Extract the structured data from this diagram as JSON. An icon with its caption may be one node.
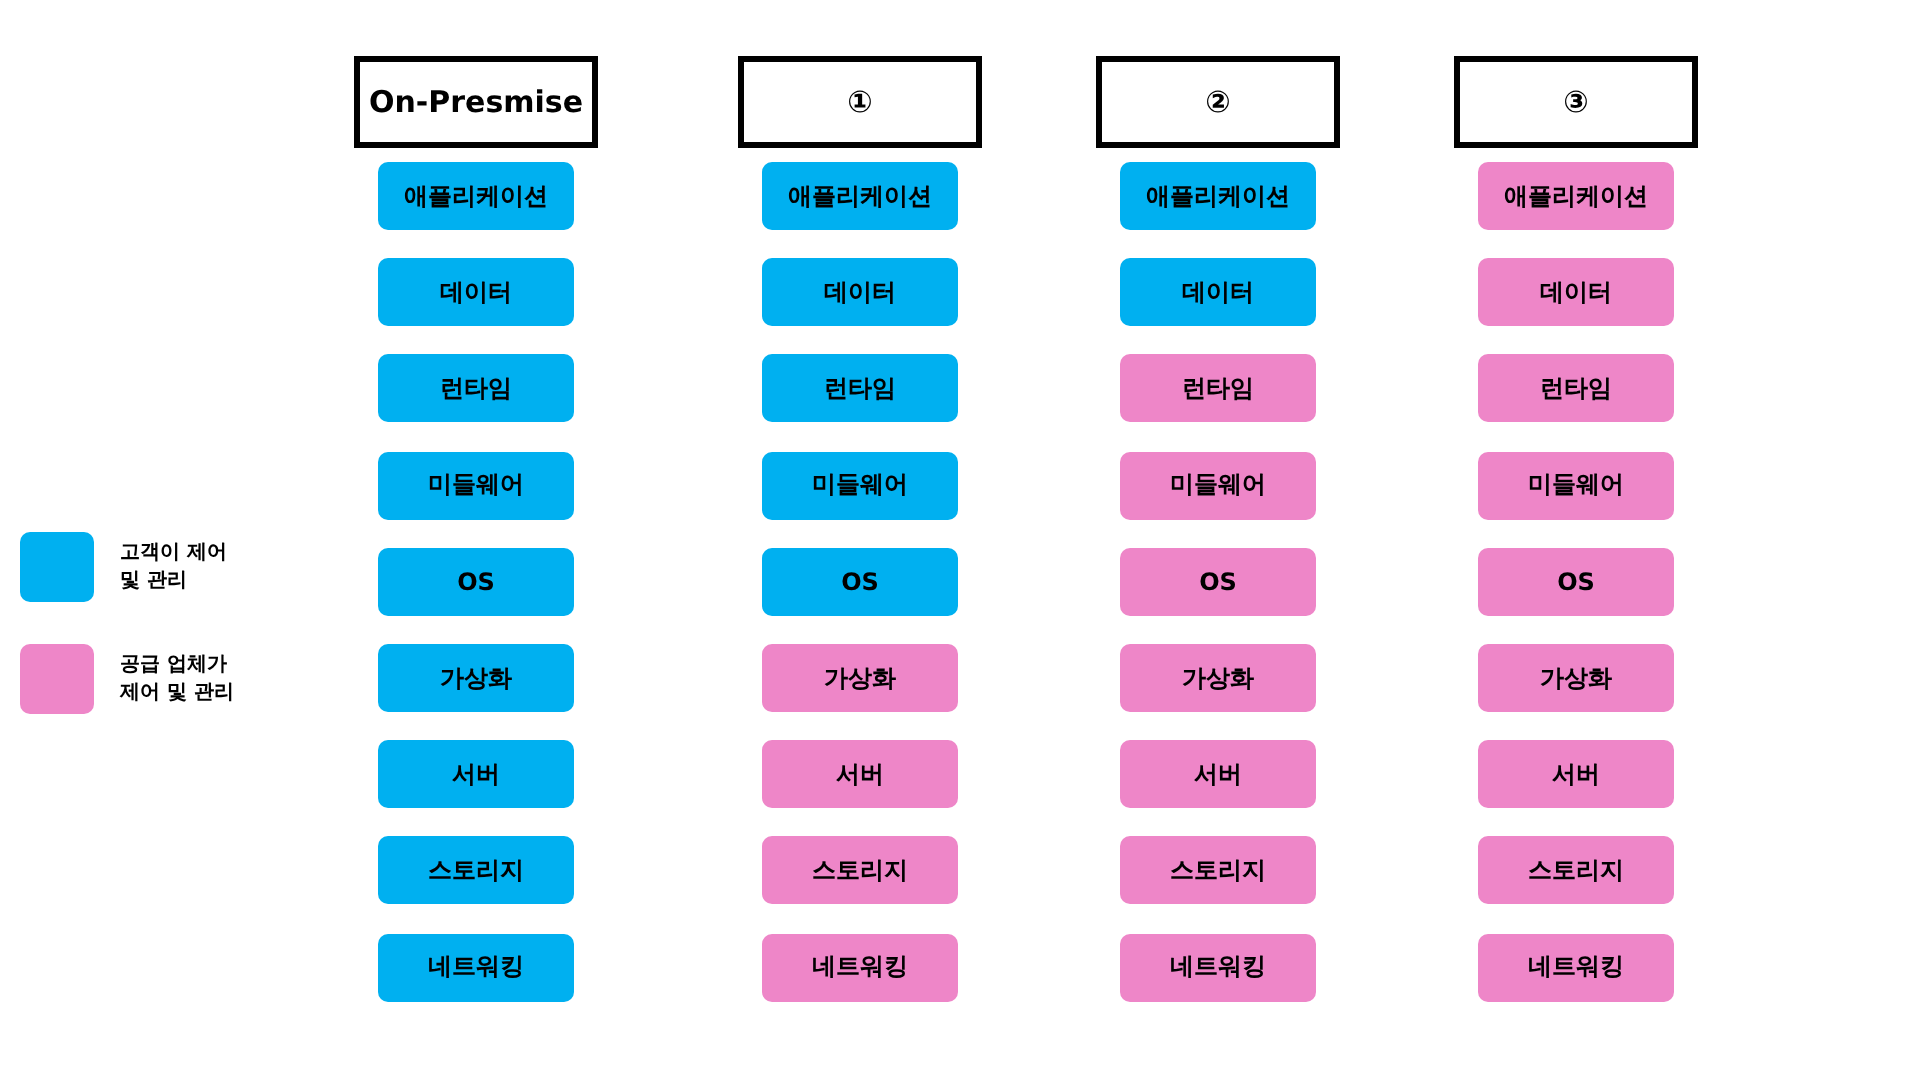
{
  "diagram": {
    "nodes": [
      {
        "text": [
          "On-Presmise"
        ]
      },
      {
        "text": [
          "①"
        ]
      },
      {
        "text": [
          "②"
        ]
      },
      {
        "text": [
          "③"
        ]
      },
      {
        "text": [
          "애플리케이션"
        ]
      },
      {
        "text": [
          "애플리케이션"
        ]
      },
      {
        "text": [
          "애플리케이션"
        ]
      },
      {
        "text": [
          "애플리케이션"
        ]
      },
      {
        "text": [
          "데이터"
        ]
      },
      {
        "text": [
          "데이터"
        ]
      },
      {
        "text": [
          "데이터"
        ]
      },
      {
        "text": [
          "데이터"
        ]
      },
      {
        "text": [
          "런타임"
        ]
      },
      {
        "text": [
          "런타임"
        ]
      },
      {
        "text": [
          "런타임"
        ]
      },
      {
        "text": [
          "런타임"
        ]
      },
      {
        "text": [
          "미들웨어"
        ]
      },
      {
        "text": [
          "미들웨어"
        ]
      },
      {
        "text": [
          "미들웨어"
        ]
      },
      {
        "text": [
          "미들웨어"
        ]
      },
      {
        "text": [
          "OS"
        ]
      },
      {
        "text": [
          "OS"
        ]
      },
      {
        "text": [
          "OS"
        ]
      },
      {
        "text": [
          "OS"
        ]
      },
      {
        "text": [
          "가상화"
        ]
      },
      {
        "text": [
          "가상화"
        ]
      },
      {
        "text": [
          "가상화"
        ]
      },
      {
        "text": [
          "가상화"
        ]
      },
      {
        "text": [
          "서버"
        ]
      },
      {
        "text": [
          "서버"
        ]
      },
      {
        "text": [
          "서버"
        ]
      },
      {
        "text": [
          "서버"
        ]
      },
      {
        "text": [
          "스토리지"
        ]
      },
      {
        "text": [
          "스토리지"
        ]
      },
      {
        "text": [
          "스토리지"
        ]
      },
      {
        "text": [
          "스토리지"
        ]
      },
      {
        "text": [
          "네트워킹"
        ]
      },
      {
        "text": [
          "네트워킹"
        ]
      },
      {
        "text": [
          "네트워킹"
        ]
      },
      {
        "text": [
          "네트워킹"
        ]
      }
    ],
    "legend": [
      {
        "text": "고객이 제어 및 관리",
        "color": "#00b0f0"
      },
      {
        "text": "공급 업체가 제어 및 관리",
        "color": "#ee86c8"
      }
    ]
  }
}
